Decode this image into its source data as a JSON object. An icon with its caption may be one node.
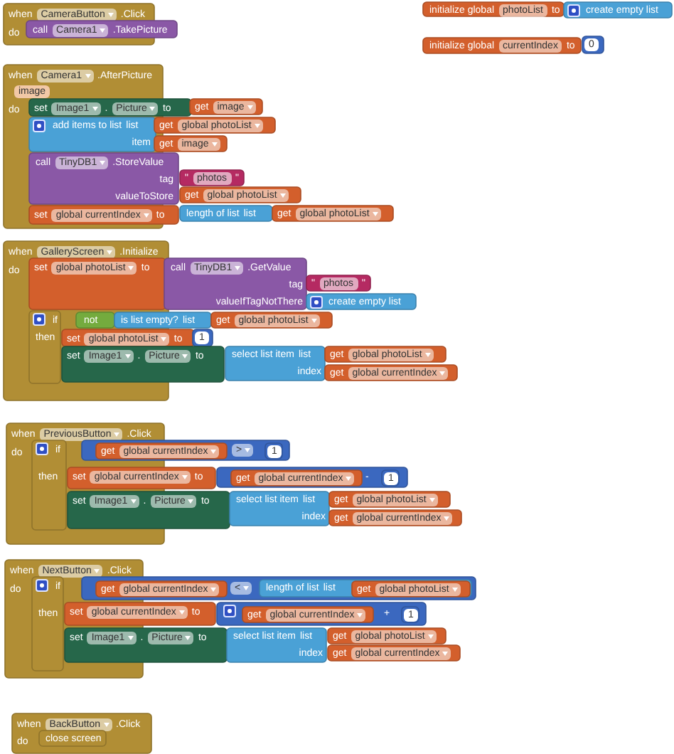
{
  "diagram": {
    "nodes": [
      {
        "text": [
          "when",
          "CameraButton",
          ".Click",
          "do"
        ]
      },
      {
        "text": [
          "call",
          "Camera1",
          ".TakePicture"
        ]
      },
      {
        "text": [
          "initialize global",
          "photoList",
          "to"
        ]
      },
      {
        "text": [
          "create empty list"
        ]
      },
      {
        "text": [
          "initialize global",
          "currentIndex",
          "to"
        ]
      },
      {
        "text": [
          "0"
        ]
      },
      {
        "text": [
          "when",
          "Camera1",
          ".AfterPicture",
          "image",
          "do"
        ]
      },
      {
        "text": [
          "set",
          "Image1",
          ".",
          "Picture",
          "to"
        ]
      },
      {
        "text": [
          "get",
          "image"
        ]
      },
      {
        "text": [
          "add items to list",
          "list",
          "item"
        ],
        "in": 6
      },
      {
        "text": [
          "get",
          "global photoList"
        ]
      },
      {
        "text": [
          "get",
          "image"
        ]
      },
      {
        "text": [
          "call",
          "TinyDB1",
          ".StoreValue",
          "tag",
          "valueToStore"
        ]
      },
      {
        "text": [
          "\"",
          "photos",
          "\""
        ]
      },
      {
        "text": [
          "get",
          "global photoList"
        ]
      },
      {
        "text": [
          "set",
          "global currentIndex",
          "to"
        ]
      },
      {
        "text": [
          "length of list",
          "list"
        ]
      },
      {
        "text": [
          "get",
          "global photoList"
        ]
      },
      {
        "text": [
          "when",
          "GalleryScreen",
          ".Initialize",
          "do"
        ]
      },
      {
        "text": [
          "set",
          "global photoList",
          "to"
        ],
        "in": 18
      },
      {
        "text": [
          "call",
          "TinyDB1",
          ".GetValue",
          "tag",
          "valueIfTagNotThere"
        ]
      },
      {
        "text": [
          "\"",
          "photos",
          "\""
        ]
      },
      {
        "text": [
          "create empty list"
        ]
      },
      {
        "text": [
          "if",
          "then"
        ],
        "in": 18
      },
      {
        "text": [
          "not"
        ],
        "in": 18
      },
      {
        "text": [
          "is list empty?",
          "list"
        ]
      },
      {
        "text": [
          "get",
          "global photoList"
        ]
      },
      {
        "text": [
          "set",
          "global photoList",
          "to"
        ]
      },
      {
        "text": [
          "1"
        ]
      },
      {
        "text": [
          "set",
          "Image1",
          ".",
          "Picture",
          "to"
        ]
      },
      {
        "text": [
          "select list item",
          "list",
          "index"
        ]
      },
      {
        "text": [
          "get",
          "global photoList"
        ]
      },
      {
        "text": [
          "get",
          "global currentIndex"
        ]
      },
      {
        "text": [
          "when",
          "PreviousButton",
          ".Click",
          "do"
        ]
      },
      {
        "text": [
          "if",
          "then"
        ],
        "in": 33
      },
      {
        "text": [
          ">"
        ]
      },
      {
        "text": [
          "get",
          "global currentIndex"
        ],
        "in": 35
      },
      {
        "text": [
          "1"
        ],
        "in": 35
      },
      {
        "text": [
          "set",
          "global currentIndex",
          "to"
        ]
      },
      {
        "text": [
          "-"
        ]
      },
      {
        "text": [
          "get",
          "global currentIndex"
        ],
        "in": 39
      },
      {
        "text": [
          "1"
        ],
        "in": 39
      },
      {
        "text": [
          "set",
          "Image1",
          ".",
          "Picture",
          "to"
        ]
      },
      {
        "text": [
          "select list item",
          "list",
          "index"
        ]
      },
      {
        "text": [
          "get",
          "global photoList"
        ]
      },
      {
        "text": [
          "get",
          "global currentIndex"
        ]
      },
      {
        "text": [
          "when",
          "NextButton",
          ".Click",
          "do"
        ]
      },
      {
        "text": [
          "if",
          "then"
        ],
        "in": 46
      },
      {
        "text": [
          "<"
        ]
      },
      {
        "text": [
          "get",
          "global currentIndex"
        ],
        "in": 48
      },
      {
        "text": [
          "length of list",
          "list"
        ],
        "in": 48
      },
      {
        "text": [
          "get",
          "global photoList"
        ],
        "in": 50
      },
      {
        "text": [
          "set",
          "global currentIndex",
          "to"
        ]
      },
      {
        "text": [
          "+"
        ]
      },
      {
        "text": [
          "get",
          "global currentIndex"
        ],
        "in": 53
      },
      {
        "text": [
          "1"
        ],
        "in": 53
      },
      {
        "text": [
          "set",
          "Image1",
          ".",
          "Picture",
          "to"
        ]
      },
      {
        "text": [
          "select list item",
          "list",
          "index"
        ]
      },
      {
        "text": [
          "get",
          "global photoList"
        ]
      },
      {
        "text": [
          "get",
          "global currentIndex"
        ]
      },
      {
        "text": [
          "when",
          "BackButton",
          ".Click",
          "do"
        ]
      },
      {
        "text": [
          "close screen"
        ],
        "in": 60
      }
    ]
  }
}
